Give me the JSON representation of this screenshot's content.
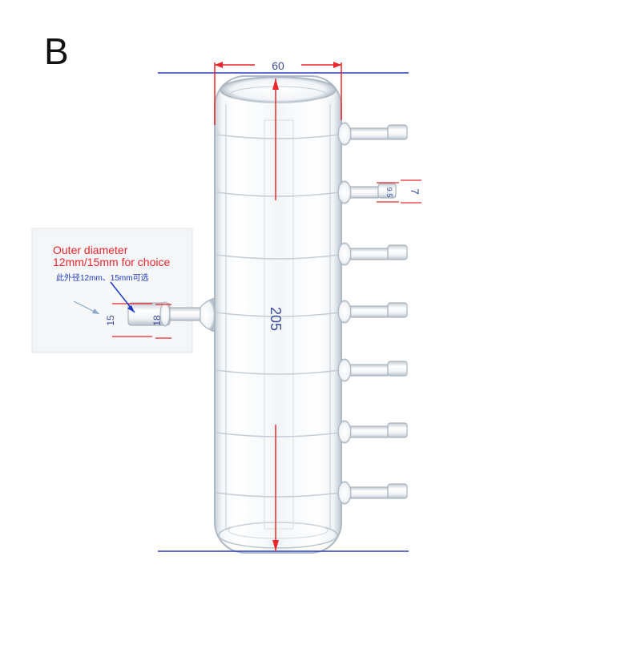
{
  "panel_label": "B",
  "dimensions": {
    "width_label": "60",
    "height_label": "205",
    "port_inner_label": "9.5",
    "port_outer_label": "7",
    "side_inner_label": "15",
    "side_outer_label": "18"
  },
  "callout": {
    "english_line1": "Outer diameter",
    "english_line2": "12mm/15mm for choice",
    "chinese_line": "此外径12mm、15mm可选"
  },
  "colors": {
    "dimension_red": "#e8262b",
    "guide_blue": "#2a3fbf",
    "callout_blue": "#1d39c4",
    "glass_edge": "#aeb9c3",
    "background": "#ffffff"
  }
}
